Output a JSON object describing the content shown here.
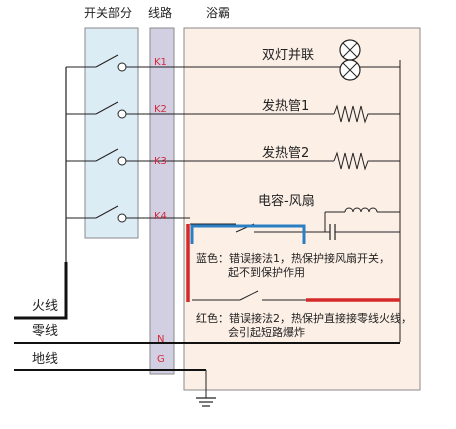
{
  "headers": {
    "switch_section": "开关部分",
    "wiring": "线路",
    "yuba": "浴霸"
  },
  "terminals": {
    "k1": "K1",
    "k2": "K2",
    "k3": "K3",
    "k4": "K4",
    "n": "N",
    "g": "G"
  },
  "loads": {
    "double_lamp": "双灯并联",
    "heater1": "发热管1",
    "heater2": "发热管2",
    "capacitor_fan": "电容-风扇"
  },
  "notes": {
    "blue_line1": "蓝色：错误接法1，热保护接风扇开关，",
    "blue_line2": "起不到保护作用",
    "red_line1": "红色：错误接法2，热保护直接接零线火线，",
    "red_line2": "会引起短路爆炸"
  },
  "lines": {
    "live": "火线",
    "neutral": "零线",
    "ground": "地线"
  },
  "colors": {
    "switch_box": "#dcecf5",
    "terminal_strip": "#d2cfe3",
    "yuba_box": "#fcefe6",
    "terminal_label": "#d6293a",
    "wrong_blue": "#2a7fc4",
    "wrong_red": "#d42a2a"
  }
}
